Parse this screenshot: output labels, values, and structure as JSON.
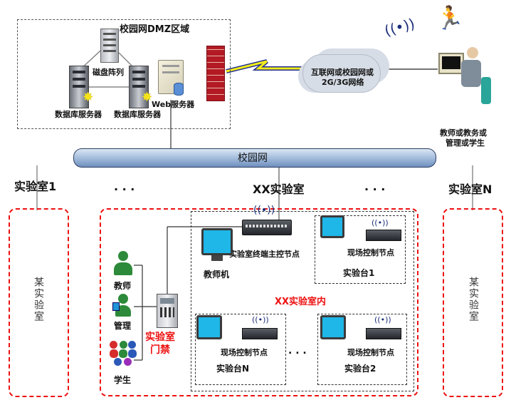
{
  "dmz": {
    "title": "校园网DMZ区域",
    "disk_array": "磁盘阵列",
    "db_server_1": "数据库服务器",
    "db_server_2": "数据库服务器",
    "web_server": "Web服务器"
  },
  "cloud": {
    "line1": "互联网或校园网或",
    "line2": "2G/3G网络"
  },
  "remote_user": {
    "line1": "教师或教务或",
    "line2": "管理或学生"
  },
  "backbone": {
    "label": "校园网"
  },
  "labs": {
    "lab1": "实验室1",
    "dots_left": ". . .",
    "labxx": "XX实验室",
    "dots_right": ". . .",
    "labn": "实验室N",
    "some_lab_left": "某实验室",
    "some_lab_right": "某实验室"
  },
  "access": {
    "teacher": "教师",
    "manager": "管理",
    "student": "学生",
    "door_line1": "实验室",
    "door_line2": "门禁"
  },
  "inner": {
    "title": "XX实验室内",
    "main_node": "实验室终端主控节点",
    "teacher_pc": "教师机",
    "field_node_1": "现场控制节点",
    "bench1": "实验台1",
    "field_node_n": "现场控制节点",
    "benchn": "实验台N",
    "field_node_2": "现场控制节点",
    "bench2": "实验台2",
    "dots": ". . ."
  },
  "colors": {
    "red": "#e11111",
    "pipe": "#9fb9da",
    "monitor": "#1fb6e8",
    "wall": "#c0202a"
  }
}
